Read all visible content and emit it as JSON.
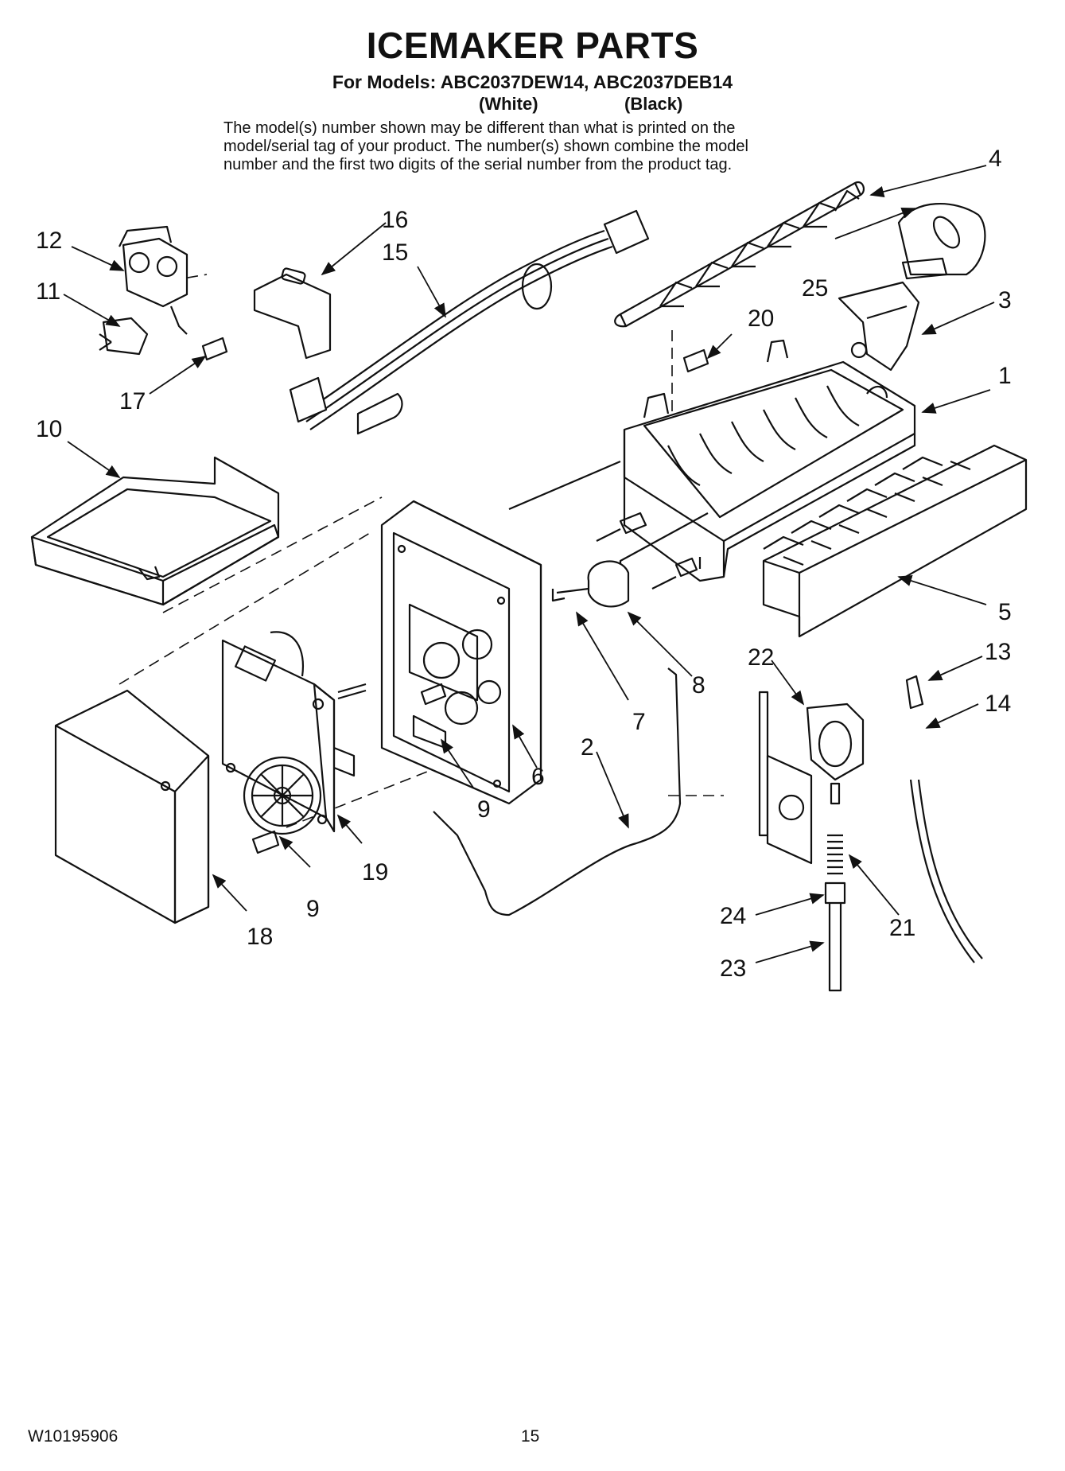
{
  "header": {
    "title": "ICEMAKER PARTS",
    "models": "For Models: ABC2037DEW14, ABC2037DEB14",
    "color_white": "(White)",
    "color_black": "(Black)",
    "note_lines": [
      "The model(s) number shown may be different than what is printed on the",
      "model/serial tag of your product. The number(s) shown combine the model",
      "number and the first two digits of the serial number from the product tag."
    ]
  },
  "callouts": {
    "c1": "1",
    "c2": "2",
    "c3": "3",
    "c4": "4",
    "c5": "5",
    "c6": "6",
    "c7": "7",
    "c8": "8",
    "c9a": "9",
    "c9b": "9",
    "c10": "10",
    "c11": "11",
    "c12": "12",
    "c13": "13",
    "c14": "14",
    "c15": "15",
    "c16": "16",
    "c17": "17",
    "c18": "18",
    "c19": "19",
    "c20": "20",
    "c21": "21",
    "c22": "22",
    "c23": "23",
    "c24": "24",
    "c25": "25"
  },
  "footer": {
    "doc_number": "W10195906",
    "page_number": "15"
  }
}
